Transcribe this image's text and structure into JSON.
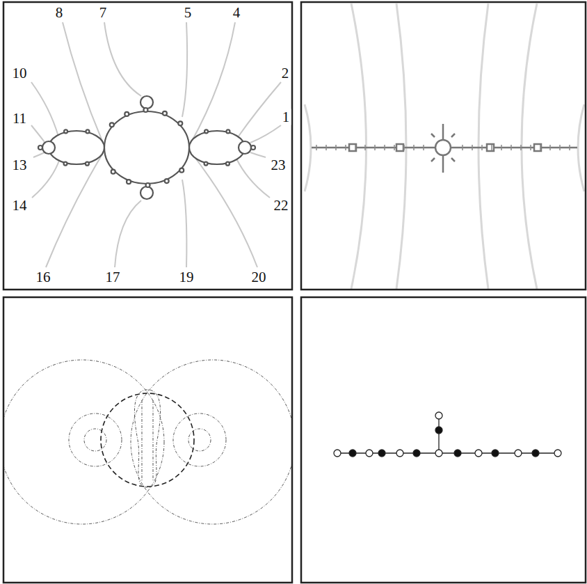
{
  "diagram": {
    "labels": [
      "8",
      "7",
      "5",
      "4",
      "10",
      "2",
      "11",
      "1",
      "13",
      "23",
      "14",
      "22",
      "16",
      "17",
      "19",
      "20"
    ]
  }
}
